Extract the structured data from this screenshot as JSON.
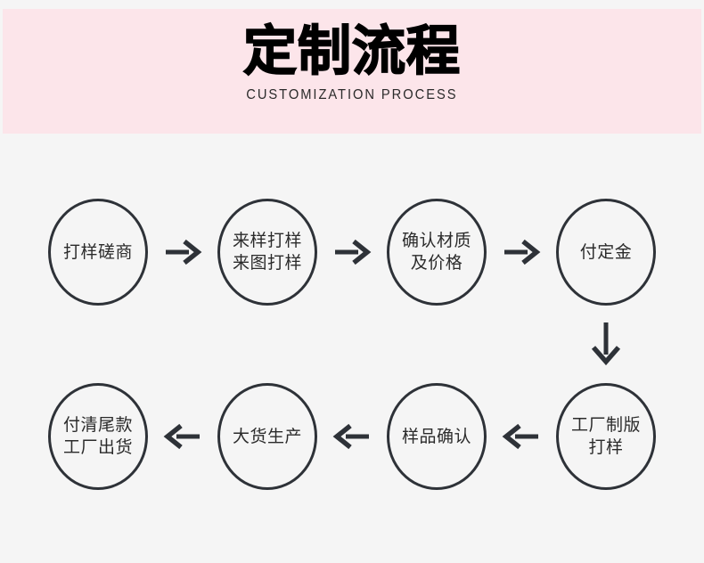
{
  "header": {
    "title": "定制流程",
    "subtitle": "CUSTOMIZATION PROCESS",
    "background_color": "#fce5ea"
  },
  "theme": {
    "page_background": "#f5f5f5",
    "stroke_color": "#2e3238",
    "text_color": "#2b2b2b"
  },
  "flow": {
    "top_row": [
      {
        "id": "step-1",
        "lines": [
          "打样磋商"
        ]
      },
      {
        "id": "step-2",
        "lines": [
          "来样打样",
          "来图打样"
        ]
      },
      {
        "id": "step-3",
        "lines": [
          "确认材质",
          "及价格"
        ]
      },
      {
        "id": "step-4",
        "lines": [
          "付定金"
        ]
      }
    ],
    "bottom_row": [
      {
        "id": "step-8",
        "lines": [
          "付清尾款",
          "工厂出货"
        ]
      },
      {
        "id": "step-7",
        "lines": [
          "大货生产"
        ]
      },
      {
        "id": "step-6",
        "lines": [
          "样品确认"
        ]
      },
      {
        "id": "step-5",
        "lines": [
          "工厂制版",
          "打样"
        ]
      }
    ],
    "connectors": {
      "top": [
        "arrow-right-icon",
        "arrow-right-icon",
        "arrow-right-icon"
      ],
      "vertical": "arrow-down-icon",
      "bottom": [
        "arrow-left-icon",
        "arrow-left-icon",
        "arrow-left-icon"
      ]
    }
  }
}
